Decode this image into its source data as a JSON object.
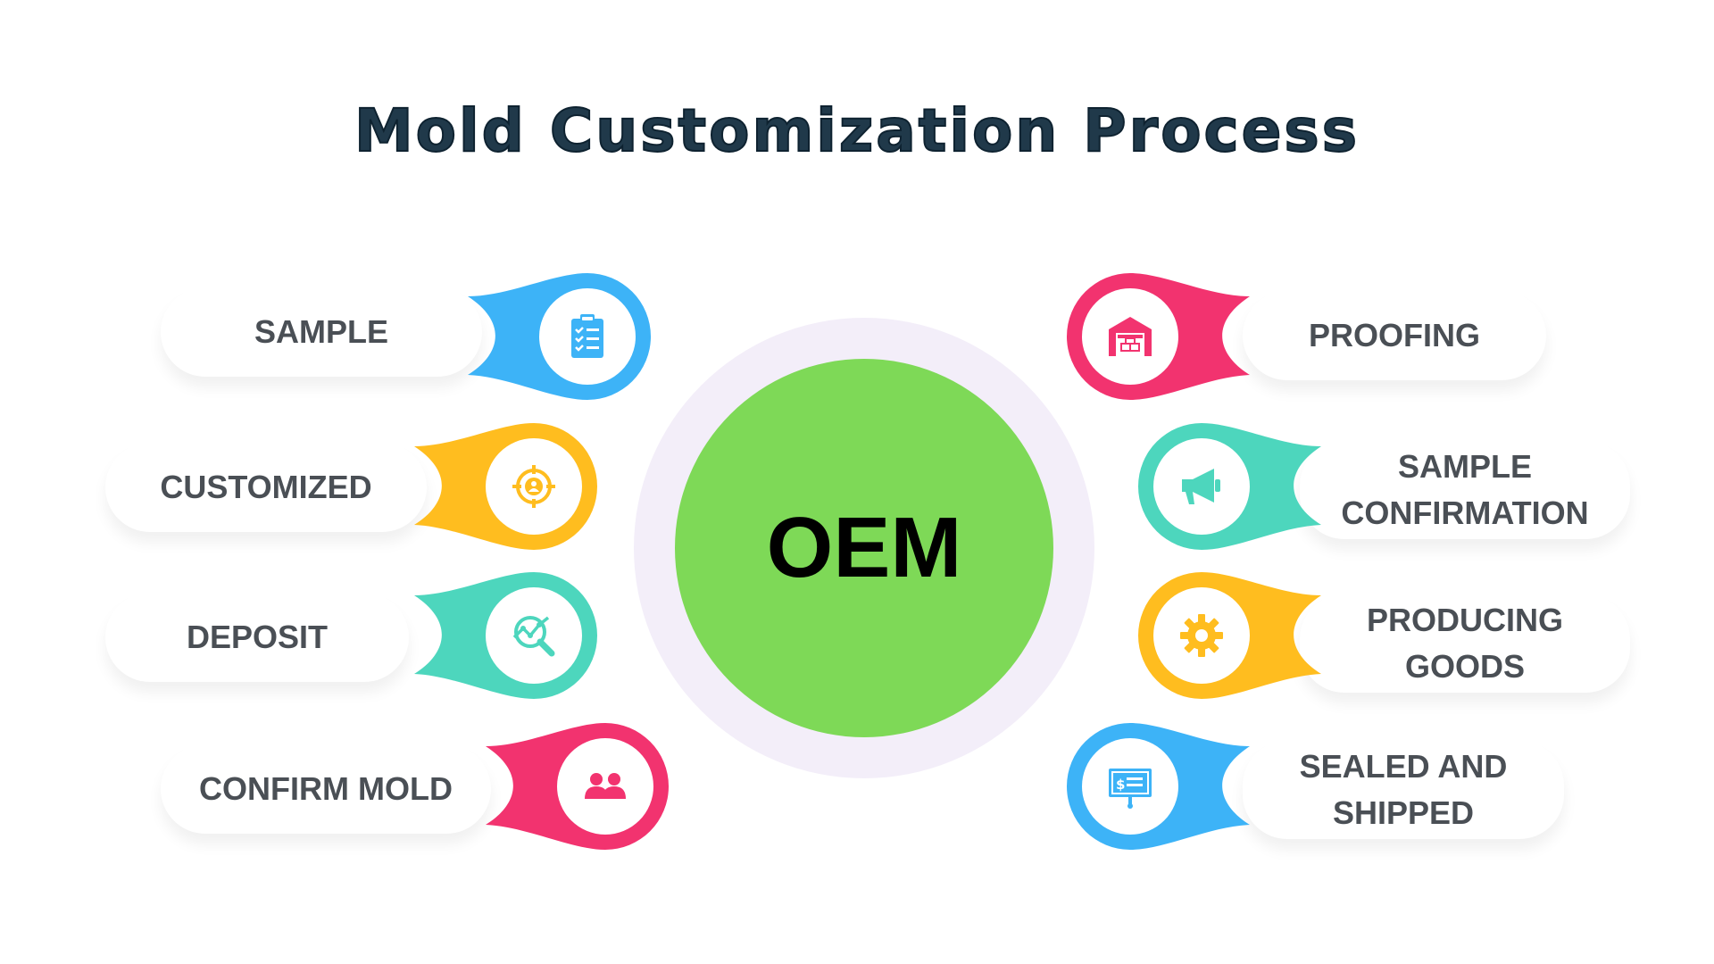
{
  "title": "Mold Customization Process",
  "center": {
    "label": "OEM"
  },
  "colors": {
    "blue": "#3db3f7",
    "yellow": "#ffbd1f",
    "teal": "#4dd6bd",
    "pink": "#f2336f",
    "green": "#7ed957"
  },
  "steps": {
    "sample": {
      "label": "SAMPLE",
      "icon": "clipboard-checklist-icon"
    },
    "customized": {
      "label": "CUSTOMIZED",
      "icon": "target-person-icon"
    },
    "deposit": {
      "label": "DEPOSIT",
      "icon": "analytics-search-icon"
    },
    "confirm_mold": {
      "label": "CONFIRM MOLD",
      "icon": "people-icon"
    },
    "proofing": {
      "label": "PROOFING",
      "icon": "warehouse-icon"
    },
    "sample_confirmation": {
      "label": "SAMPLE\nCONFIRMATION",
      "icon": "megaphone-icon"
    },
    "producing_goods": {
      "label": "PRODUCING\nGOODS",
      "icon": "gear-icon"
    },
    "sealed_and_shipped": {
      "label": "SEALED AND\nSHIPPED",
      "icon": "presentation-board-icon"
    }
  }
}
